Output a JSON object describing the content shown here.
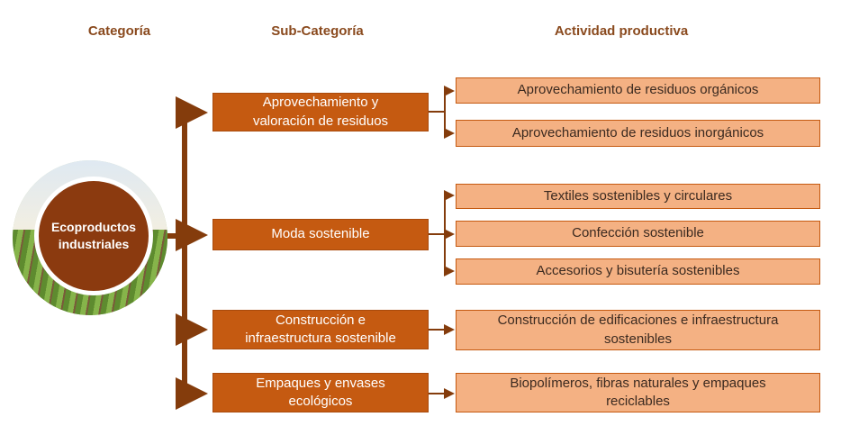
{
  "headers": {
    "categoria": "Categoría",
    "subcategoria": "Sub-Categoría",
    "actividad": "Actividad productiva"
  },
  "category": {
    "line1": "Ecoproductos",
    "line2": "industriales"
  },
  "subcategories": [
    {
      "line1": "Aprovechamiento y",
      "line2": "valoración de residuos"
    },
    {
      "line1": "Moda sostenible",
      "line2": ""
    },
    {
      "line1": "Construcción e",
      "line2": "infraestructura sostenible"
    },
    {
      "line1": "Empaques y envases",
      "line2": "ecológicos"
    }
  ],
  "activities": [
    {
      "line1": "Aprovechamiento de residuos orgánicos",
      "line2": ""
    },
    {
      "line1": "Aprovechamiento de residuos inorgánicos",
      "line2": ""
    },
    {
      "line1": "Textiles sostenibles y circulares",
      "line2": ""
    },
    {
      "line1": "Confección sostenible",
      "line2": ""
    },
    {
      "line1": "Accesorios y bisutería sostenibles",
      "line2": ""
    },
    {
      "line1": "Construcción de edificaciones e infraestructura",
      "line2": "sostenibles"
    },
    {
      "line1": "Biopolímeros, fibras naturales y empaques",
      "line2": "reciclables"
    }
  ],
  "colors": {
    "connector": "#843c0c",
    "subcategory_fill": "#c55a11",
    "activity_fill": "#f4b183",
    "category_fill": "#8b3a0f"
  }
}
